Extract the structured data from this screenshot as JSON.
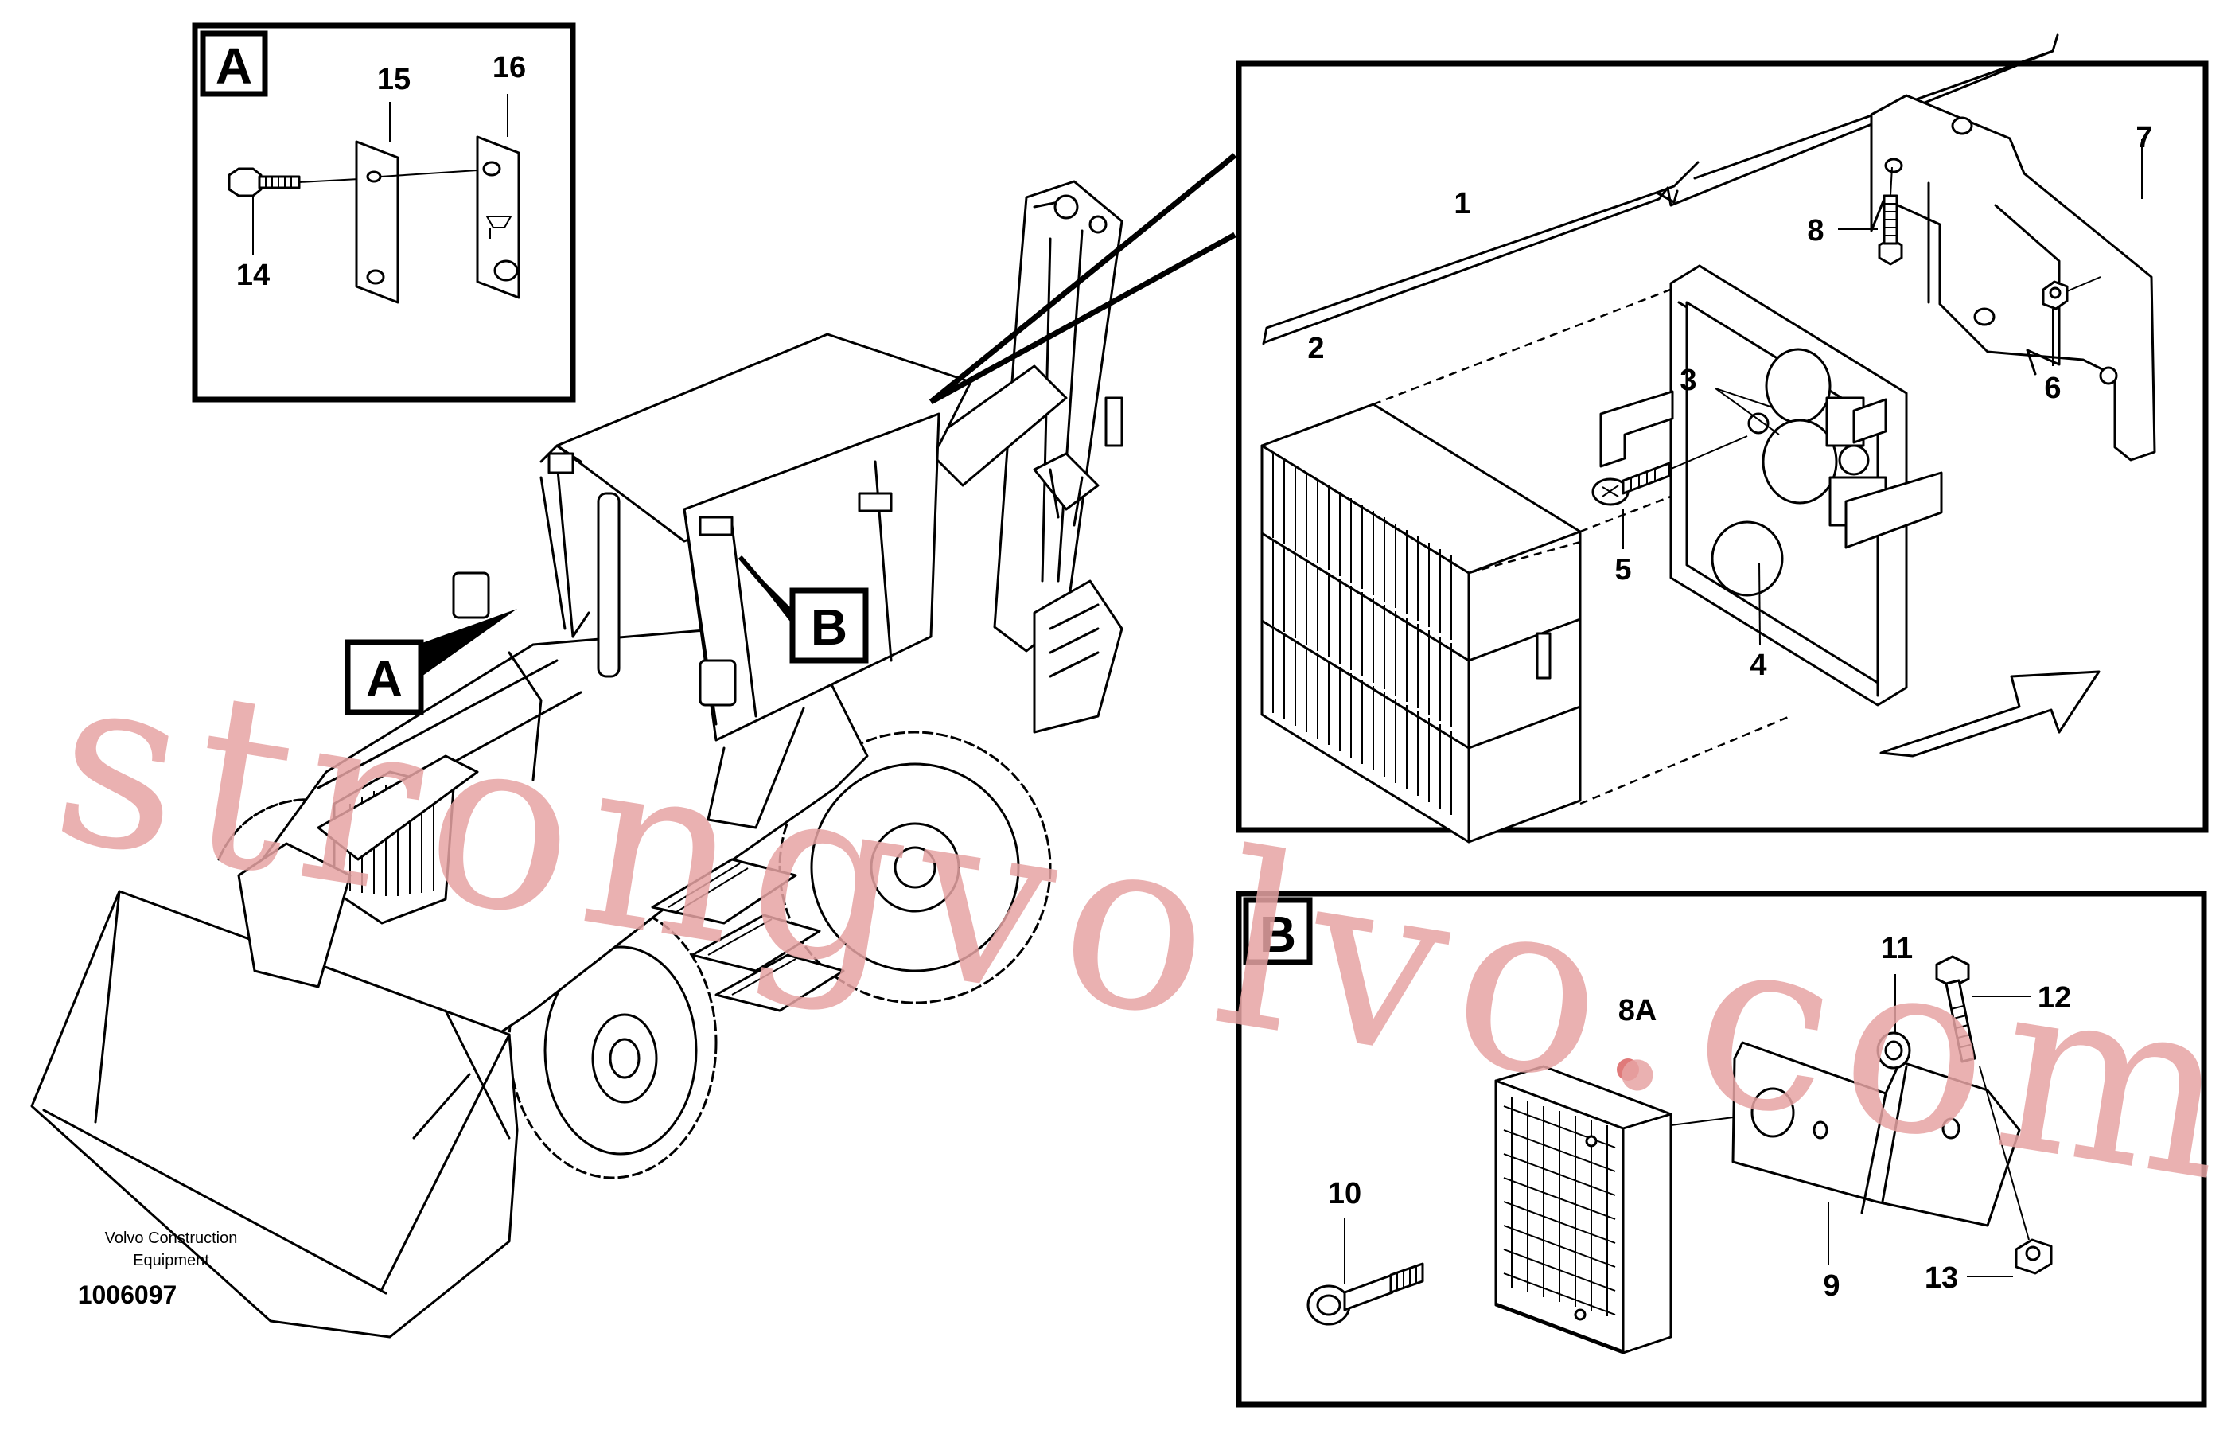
{
  "inset_a": {
    "letter": "A",
    "labels": [
      "14",
      "15",
      "16"
    ]
  },
  "main_view": {
    "callout_a": "A",
    "callout_b": "B",
    "manufacturer_line1": "Volvo Construction",
    "manufacturer_line2": "Equipment",
    "figure_number": "1006097"
  },
  "detail_lamp": {
    "labels": [
      "1",
      "2",
      "3",
      "4",
      "5",
      "6",
      "7",
      "8"
    ]
  },
  "inset_b": {
    "letter": "B",
    "labels": [
      "8A",
      "9",
      "10",
      "11",
      "12",
      "13"
    ]
  },
  "watermark": "strongvolvo.com"
}
